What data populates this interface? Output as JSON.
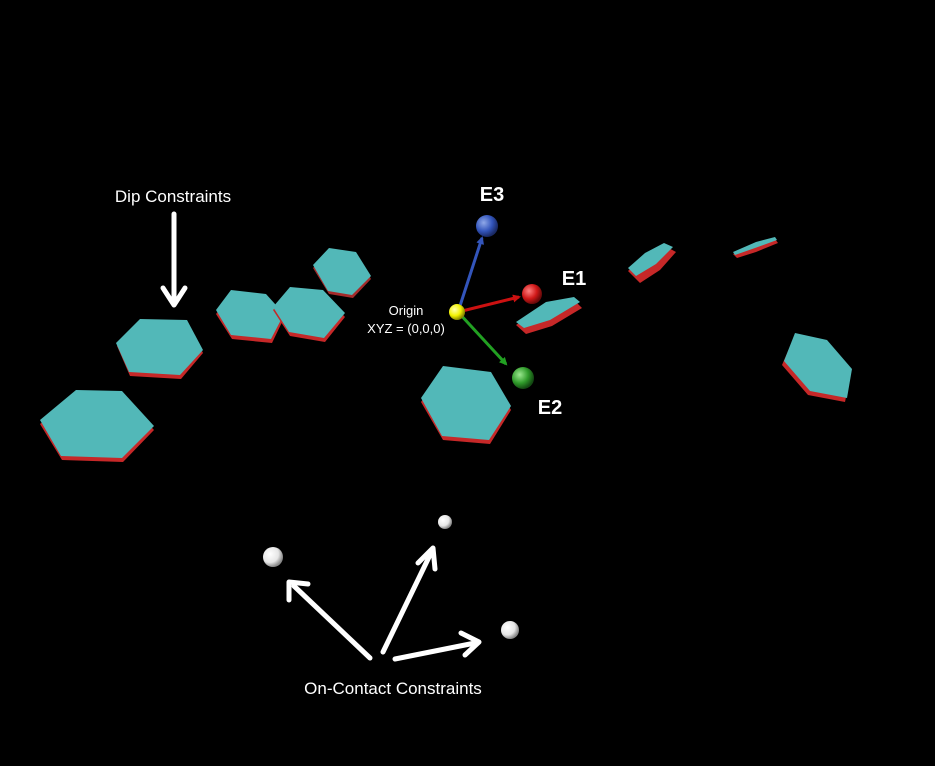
{
  "labels": {
    "dip_constraints": "Dip Constraints",
    "on_contact_constraints": "On-Contact Constraints",
    "origin": "Origin",
    "origin_xyz": "XYZ = (0,0,0)",
    "e1": "E1",
    "e2": "E2",
    "e3": "E3"
  },
  "colors": {
    "background": "#000000",
    "hex_top": "#52b8b8",
    "hex_side": "#c62828",
    "e1_axis": "#cc1111",
    "e2_axis": "#22a022",
    "e3_axis": "#3355bb",
    "origin_sphere": "#f2f200",
    "contact_sphere": "#ffffff",
    "annotation_arrow": "#ffffff"
  }
}
